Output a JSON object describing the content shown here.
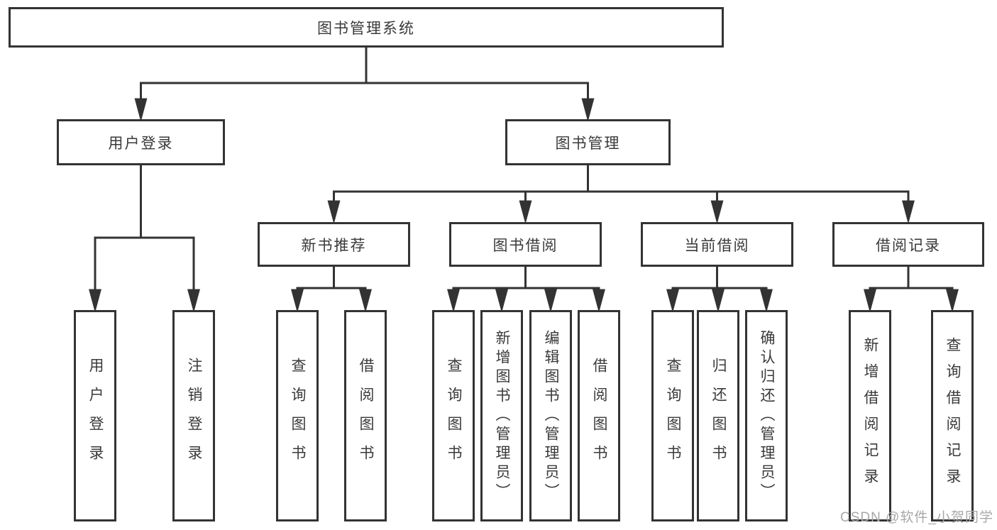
{
  "diagram": {
    "title": "图书管理系统",
    "root": {
      "label": "图书管理系统"
    },
    "branches": [
      {
        "label": "用户登录"
      },
      {
        "label": "图书管理"
      }
    ],
    "modules": [
      {
        "label": "新书推荐"
      },
      {
        "label": "图书借阅"
      },
      {
        "label": "当前借阅"
      },
      {
        "label": "借阅记录"
      }
    ],
    "leaves": [
      {
        "label": "用户登录"
      },
      {
        "label": "注销登录"
      },
      {
        "label": "查询图书"
      },
      {
        "label": "借阅图书"
      },
      {
        "label": "查询图书"
      },
      {
        "label": "新增图书（管理员）"
      },
      {
        "label": "编辑图书（管理员）"
      },
      {
        "label": "借阅图书"
      },
      {
        "label": "查询图书"
      },
      {
        "label": "归还图书"
      },
      {
        "label": "确认归还（管理员）"
      },
      {
        "label": "新增借阅记录"
      },
      {
        "label": "查询借阅记录"
      }
    ]
  },
  "watermark": {
    "text": "CSDN @软件_小贺同学"
  },
  "colors": {
    "line": "#333333",
    "box_border": "#333333",
    "text": "#3a3a3a",
    "background": "#ffffff",
    "watermark": "#a8a8a8"
  }
}
